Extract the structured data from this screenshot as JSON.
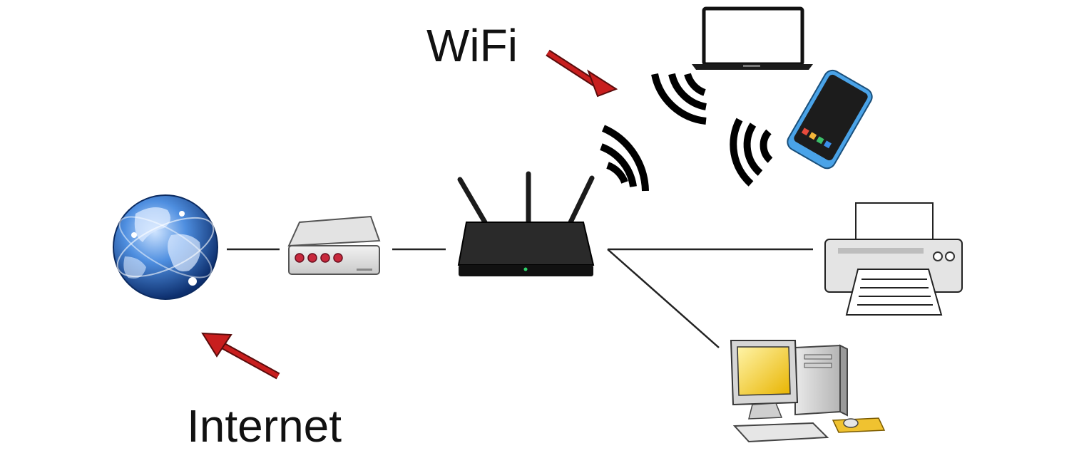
{
  "labels": {
    "wifi": "WiFi",
    "internet": "Internet"
  },
  "nodes": [
    {
      "id": "globe",
      "icon": "globe-icon"
    },
    {
      "id": "modem",
      "icon": "modem-icon"
    },
    {
      "id": "router",
      "icon": "router-icon"
    },
    {
      "id": "laptop",
      "icon": "laptop-icon"
    },
    {
      "id": "phone",
      "icon": "smartphone-icon"
    },
    {
      "id": "printer",
      "icon": "printer-icon"
    },
    {
      "id": "desktop",
      "icon": "desktop-computer-icon"
    }
  ],
  "links": [
    {
      "from": "globe",
      "to": "modem",
      "kind": "wired"
    },
    {
      "from": "modem",
      "to": "router",
      "kind": "wired"
    },
    {
      "from": "router",
      "to": "printer",
      "kind": "wired"
    },
    {
      "from": "router",
      "to": "desktop",
      "kind": "wired"
    },
    {
      "from": "router",
      "to": "laptop",
      "kind": "wireless"
    },
    {
      "from": "router",
      "to": "phone",
      "kind": "wireless"
    }
  ],
  "colors": {
    "arrow": "#c81e1e",
    "globe": "#2f6fc4",
    "router": "#1b1b1b",
    "screen": "#f2c200",
    "phone_case": "#4aa3e8",
    "line": "#222222"
  }
}
